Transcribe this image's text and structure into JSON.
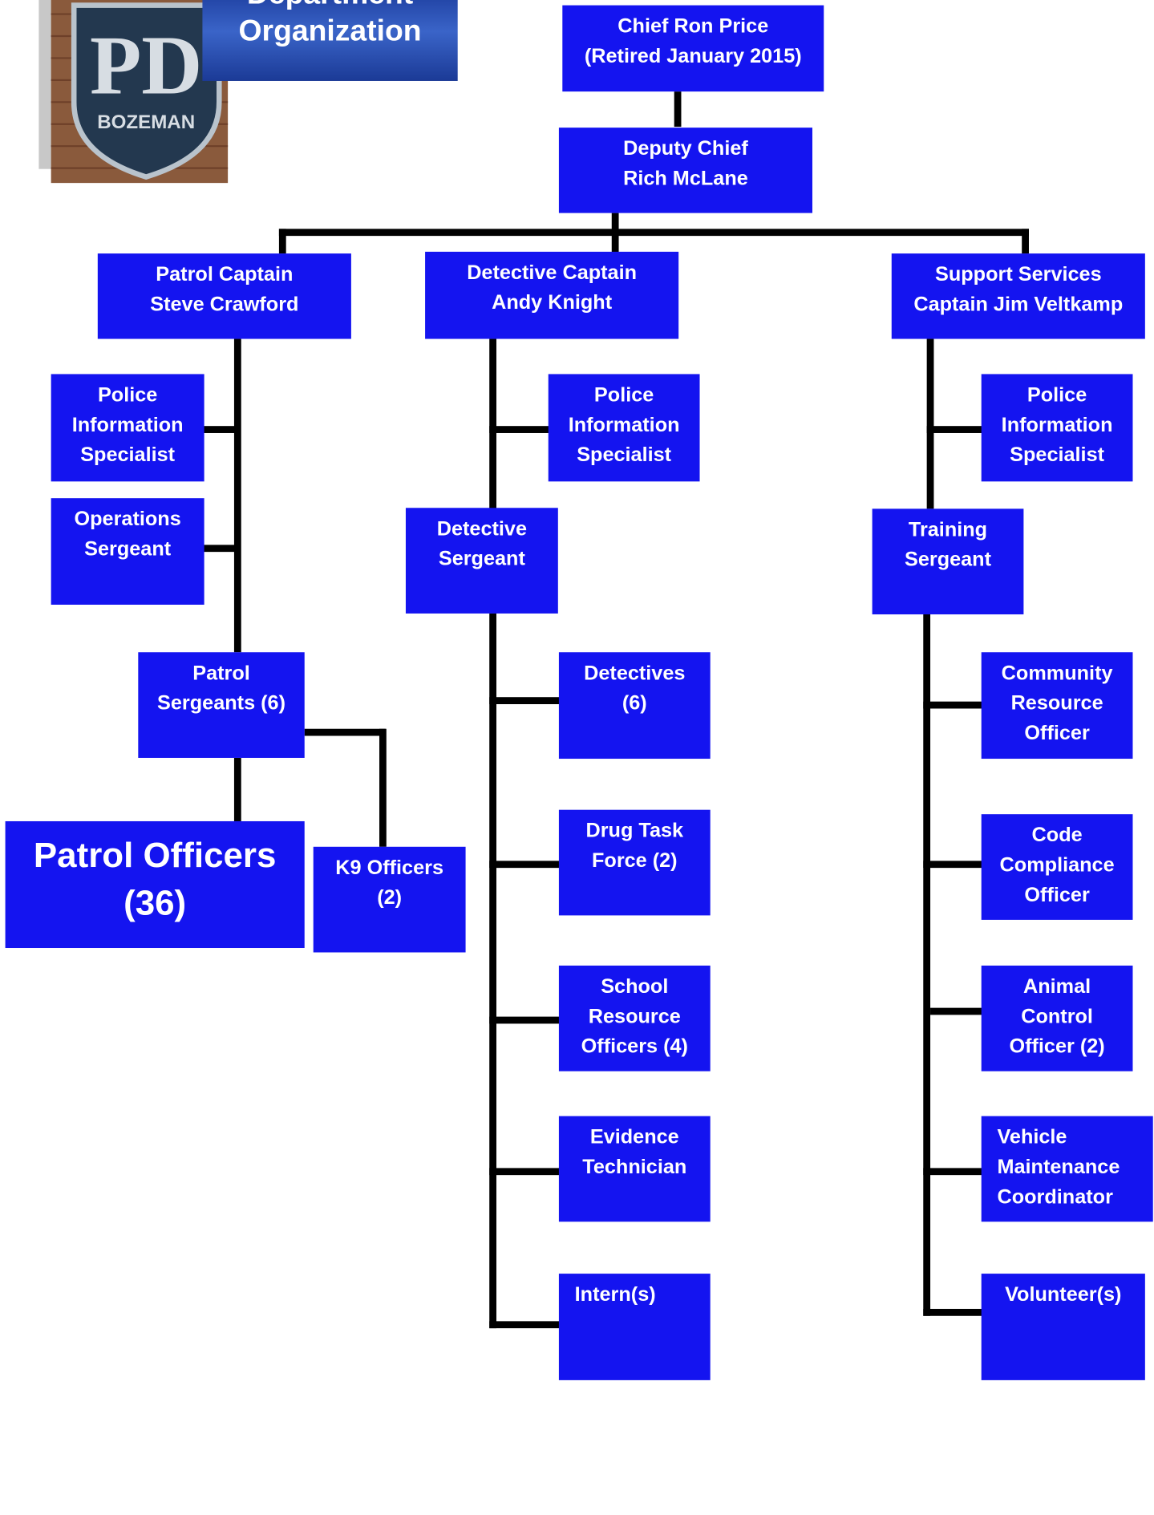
{
  "title": {
    "line1": "Department",
    "line2": "Organization"
  },
  "logo": {
    "text": "PD",
    "city": "BOZEMAN"
  },
  "nodes": {
    "chief": "Chief Ron Price\n(Retired January 2015)",
    "deputy": "Deputy Chief\nRich McLane",
    "patrol_captain": "Patrol Captain\nSteve Crawford",
    "detective_captain": "Detective Captain\nAndy Knight",
    "support_captain": "Support Services\nCaptain Jim Veltkamp",
    "patrol_pis": "Police\nInformation\nSpecialist",
    "operations_sergeant": "Operations\nSergeant",
    "patrol_sergeants": "Patrol\nSergeants (6)",
    "patrol_officers": "Patrol Officers\n(36)",
    "k9_officers": "K9 Officers\n(2)",
    "detective_pis": "Police\nInformation\nSpecialist",
    "detective_sergeant": "Detective\nSergeant",
    "detectives": "Detectives\n(6)",
    "drug_task_force": "Drug Task\nForce (2)",
    "school_resource": "School\nResource\nOfficers (4)",
    "evidence_tech": "Evidence\nTechnician",
    "interns": "Intern(s)",
    "support_pis": "Police\nInformation\nSpecialist",
    "training_sergeant": "Training\nSergeant",
    "community_resource": "Community\nResource\nOfficer",
    "code_compliance": "Code\nCompliance\nOfficer",
    "animal_control": "Animal\nControl\nOfficer (2)",
    "vehicle_maintenance": "Vehicle\nMaintenance\nCoordinator",
    "volunteers": "Volunteer(s)"
  }
}
